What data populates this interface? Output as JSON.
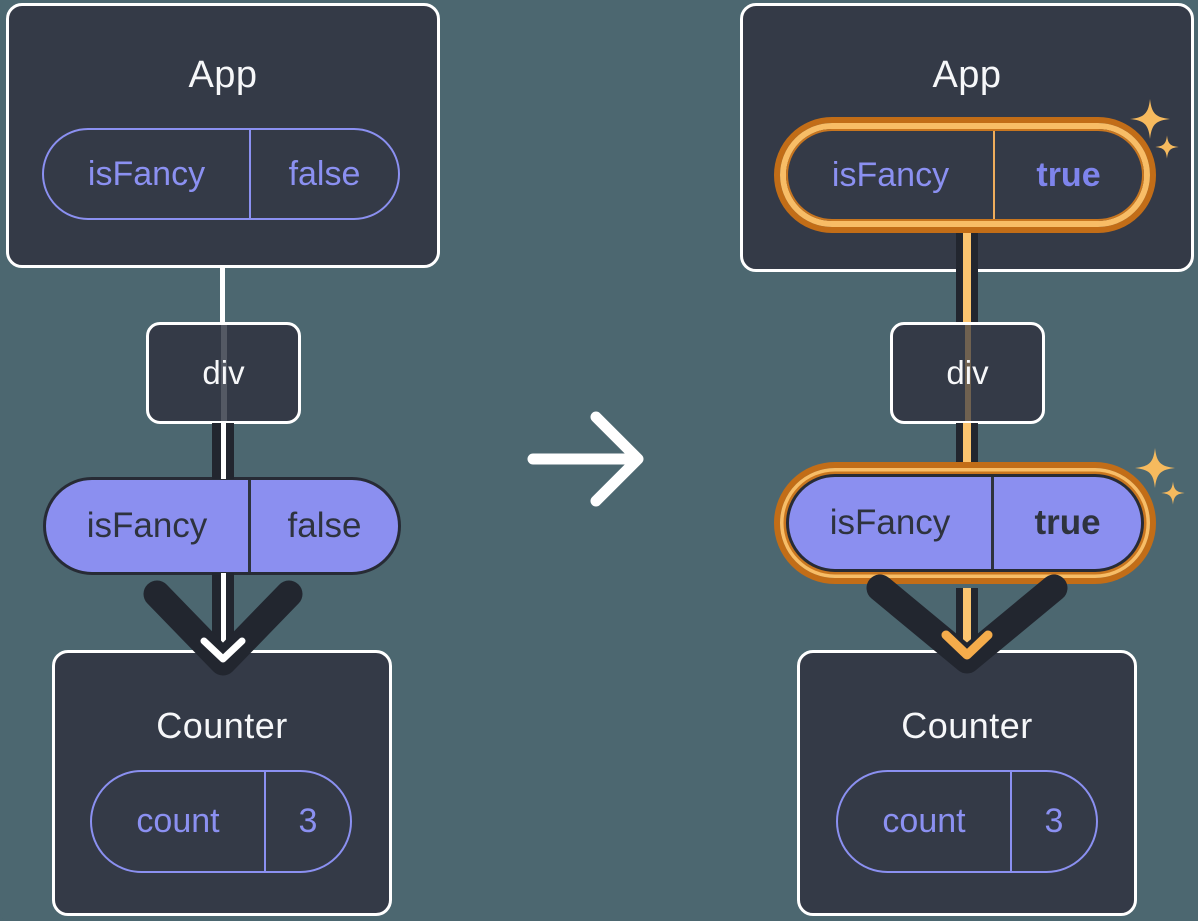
{
  "colors": {
    "background": "#4C6770",
    "card": "#343A47",
    "card_border": "#FFFFFF",
    "purple_outline": "#8B90F1",
    "purple_fill": "#8B8FF0",
    "dark_ink": "#22262F",
    "dark_text_on_purple": "#2E333E",
    "highlight_orange_dark": "#C26D17",
    "highlight_orange_light": "#F8BD66",
    "orange_arrow": "#F5AC4B",
    "sparkle": "#F6BA5E",
    "true_text_purple": "#7E84EC"
  },
  "transition_arrow": {
    "icon": "right-arrow"
  },
  "left_diagram": {
    "app": {
      "title": "App",
      "prop": {
        "name": "isFancy",
        "value": "false"
      }
    },
    "div_node": {
      "label": "div"
    },
    "passed_prop": {
      "name": "isFancy",
      "value": "false"
    },
    "counter": {
      "title": "Counter",
      "state": {
        "name": "count",
        "value": "3"
      }
    }
  },
  "right_diagram": {
    "app": {
      "title": "App",
      "prop": {
        "name": "isFancy",
        "value": "true"
      }
    },
    "div_node": {
      "label": "div"
    },
    "passed_prop": {
      "name": "isFancy",
      "value": "true"
    },
    "counter": {
      "title": "Counter",
      "state": {
        "name": "count",
        "value": "3"
      }
    }
  }
}
